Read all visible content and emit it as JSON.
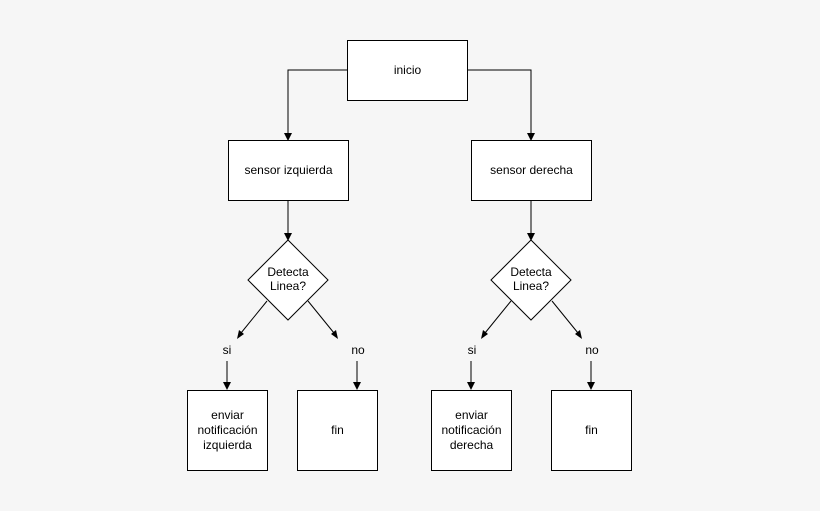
{
  "diagram": {
    "colors": {
      "background": "#f6f6f6",
      "stroke": "#000000",
      "fill": "#ffffff"
    },
    "start": {
      "label": "inicio"
    },
    "left": {
      "sensor": "sensor izquierda",
      "decision": [
        "Detecta",
        "Linea?"
      ],
      "yes_label": "si",
      "no_label": "no",
      "yes_action": [
        "enviar",
        "notificación",
        "izquierda"
      ],
      "no_action": "fin"
    },
    "right": {
      "sensor": "sensor derecha",
      "decision": [
        "Detecta",
        "Linea?"
      ],
      "yes_label": "si",
      "no_label": "no",
      "yes_action": [
        "enviar",
        "notificación",
        "derecha"
      ],
      "no_action": "fin"
    }
  }
}
